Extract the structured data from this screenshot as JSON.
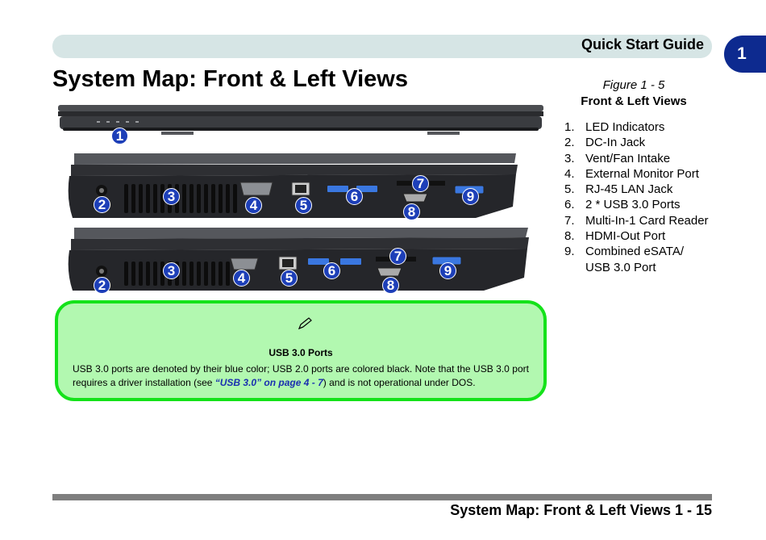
{
  "header": {
    "title": "Quick Start Guide",
    "chapter": "1"
  },
  "page_title": "System Map: Front & Left Views",
  "figure": {
    "number": "Figure 1 - 5",
    "name": "Front & Left Views",
    "callouts": [
      "1",
      "2",
      "3",
      "4",
      "5",
      "6",
      "7",
      "8",
      "9"
    ]
  },
  "legend": [
    {
      "num": "1.",
      "label": "LED Indicators"
    },
    {
      "num": "2.",
      "label": "DC-In Jack"
    },
    {
      "num": "3.",
      "label": "Vent/Fan Intake"
    },
    {
      "num": "4.",
      "label": "External Monitor Port"
    },
    {
      "num": "5.",
      "label": "RJ-45 LAN Jack"
    },
    {
      "num": "6.",
      "label": "2 * USB 3.0 Ports"
    },
    {
      "num": "7.",
      "label": "Multi-In-1 Card Reader"
    },
    {
      "num": "8.",
      "label": "HDMI-Out Port"
    },
    {
      "num": "9.",
      "label": "Combined eSATA/ USB 3.0 Port"
    }
  ],
  "note": {
    "icon": "pencil-icon",
    "heading": "USB 3.0 Ports",
    "text_before": "USB 3.0 ports are denoted by their blue color; USB 2.0 ports are colored black. Note that the USB 3.0 port requires a driver installation (see ",
    "link_text": "“USB 3.0” on page 4 - 7",
    "text_after": ") and is not operational under DOS."
  },
  "footer": {
    "text": "System Map: Front & Left Views 1 - 15"
  },
  "colors": {
    "callout": "#1d3fb8",
    "note_fill": "#b2f8b0",
    "note_border": "#14e21a",
    "chapter_tab": "#0d2a8f"
  }
}
